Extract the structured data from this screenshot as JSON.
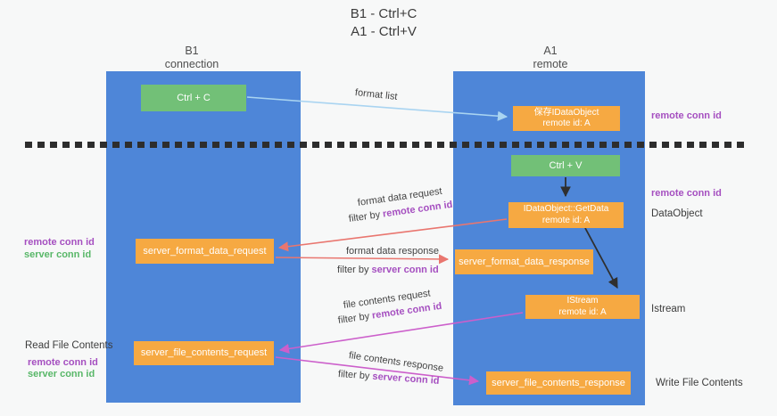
{
  "title": {
    "line1": "B1 - Ctrl+C",
    "line2": "A1 - Ctrl+V"
  },
  "columns": {
    "left": {
      "name": "B1",
      "role": "connection"
    },
    "right": {
      "name": "A1",
      "role": "remote"
    }
  },
  "nodes": {
    "ctrl_c": {
      "label": "Ctrl + C"
    },
    "saved_dataobject": {
      "line1": "保存IDataObject",
      "line2": "remote id: A"
    },
    "ctrl_v": {
      "label": "Ctrl + V"
    },
    "getdata": {
      "line1": "IDataObject::GetData",
      "line2": "remote id: A"
    },
    "format_request": {
      "label": "server_format_data_request"
    },
    "format_response": {
      "label": "server_format_data_response"
    },
    "istream": {
      "line1": "IStream",
      "line2": "remote id: A"
    },
    "file_request": {
      "label": "server_file_contents_request"
    },
    "file_response": {
      "label": "server_file_contents_response"
    }
  },
  "flow_labels": {
    "format_list": "format list",
    "format_data_request": "format data request",
    "format_data_response": "format data response",
    "file_contents_request": "file contents request",
    "file_contents_response": "file contents response",
    "filter_prefix": "filter by ",
    "remote_conn_id": "remote conn id",
    "server_conn_id": "server conn id"
  },
  "left_labels": {
    "remote_conn_id_1": "remote conn id",
    "server_conn_id_1": "server conn id",
    "read_file_contents": "Read File Contents",
    "remote_conn_id_2": "remote conn id",
    "server_conn_id_2": "server conn id"
  },
  "right_labels": {
    "remote_conn_id_1": "remote conn id",
    "remote_conn_id_2": "remote conn id",
    "dataobject": "DataObject",
    "istream": "Istream",
    "write_file_contents": "Write File Contents"
  },
  "colors": {
    "column_blue": "#4e86d8",
    "node_green": "#72c077",
    "node_orange": "#f6a942",
    "arrow_salmon": "#e9766f",
    "arrow_magenta": "#cc5fcb",
    "arrow_lightblue": "#a9d4f1",
    "arrow_black": "#2f2f2f",
    "id_purple": "#a54fc0",
    "id_green": "#58b768"
  }
}
